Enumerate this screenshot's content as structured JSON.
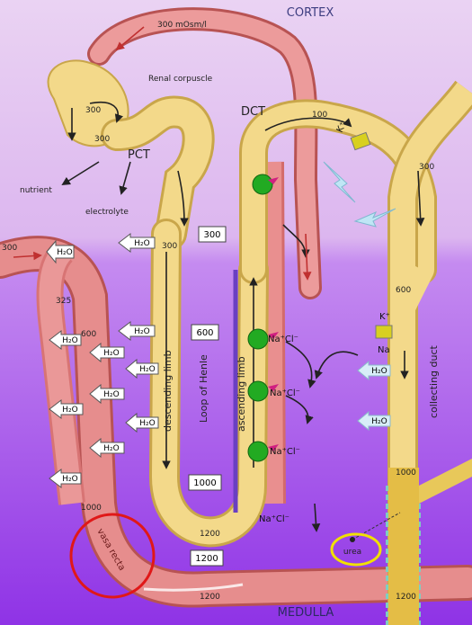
{
  "regions": {
    "cortex": "CORTEX",
    "medulla": "MEDULLA"
  },
  "structures": {
    "renal_corpuscle": "Renal corpuscle",
    "pct": "PCT",
    "dct": "DCT",
    "descending_limb": "descending limb",
    "loop_of_henle": "Loop of Henle",
    "ascending_limb": "ascending limb",
    "collecting_duct": "collecting duct",
    "vasa_recta": "vasa recta"
  },
  "labels": {
    "nutrient": "nutrient",
    "electrolyte": "electrolyte",
    "water": "H₂O",
    "na": "Na",
    "nacl": "Na⁺Cl⁻",
    "k": "K⁺",
    "urea": "urea"
  },
  "osmolarity": {
    "cortex_top": "300 mOsm/l",
    "glomerulus_300": "300",
    "pct_300": "300",
    "limb_top_300": "300",
    "box_300": "300",
    "vasa_300": "300",
    "dct_100": "100",
    "cd_300": "300",
    "v_325": "325",
    "v_600": "600",
    "box_600": "600",
    "cd_600": "600",
    "box_1000": "1000",
    "cd_1000": "1000",
    "v_1000": "1000",
    "loop_1200": "1200",
    "box_1200": "1200",
    "bottom_1200": "1200",
    "cd_1200": "1200"
  },
  "colors": {
    "cortex_bg": "#e8c6f0",
    "medulla_bg": "#9c3fe6",
    "tubule": "#f3d98a",
    "tubule_edge": "#c9a64a",
    "vessel": "#e48484",
    "vessel_edge": "#b85353",
    "pump": "#22aa22",
    "highlight_red": "#e01818",
    "highlight_yellow": "#f0e000"
  }
}
